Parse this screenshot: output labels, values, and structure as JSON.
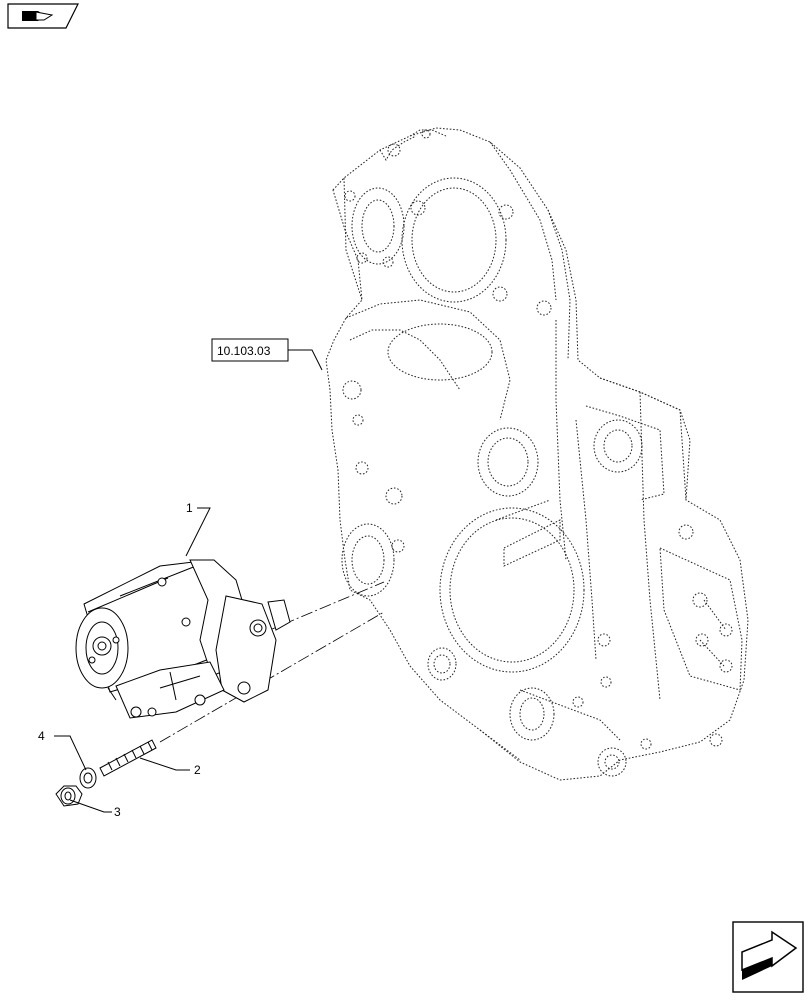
{
  "icons": {
    "top_nav": "book-arrow-icon",
    "bottom_nav": "next-page-arrow-icon"
  },
  "callouts": [
    {
      "id": "1",
      "label": "1"
    },
    {
      "id": "2",
      "label": "2"
    },
    {
      "id": "3",
      "label": "3"
    },
    {
      "id": "4",
      "label": "4"
    }
  ],
  "reference": {
    "label": "10.103.03"
  }
}
